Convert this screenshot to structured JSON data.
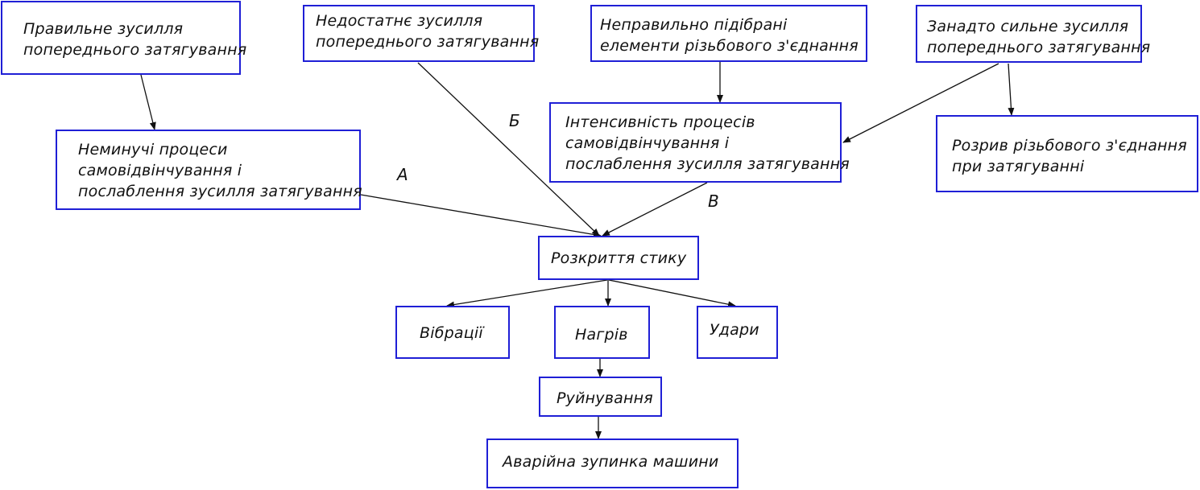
{
  "nodes": {
    "correct_tightening": "Правильне зусилля\nпопереднього затягування",
    "insufficient_tightening": "Недостатнє зусилля\nпопереднього затягування",
    "wrong_elements": "Неправильно підібрані\nелементи різьбового з'єднання",
    "too_strong_tightening": "Занадто сильне зусилля\nпопереднього затягування",
    "inevitable_processes": "Неминучі процеси\nсамовідвінчування і\nпослаблення зусилля затягування",
    "intensity_processes": "Інтенсивність процесів\nсамовідвінчування і\nпослаблення зусилля затягування",
    "thread_rupture": "Розрив різьбового з'єднання\nпри затягуванні",
    "joint_opening": "Розкриття стику",
    "vibrations": "Вібрації",
    "heating": "Нагрів",
    "impacts": "Удари",
    "destruction": "Руйнування",
    "emergency_stop": "Аварійна зупинка машини"
  },
  "edge_labels": {
    "a": "А",
    "b": "Б",
    "v": "В"
  },
  "colors": {
    "box_border": "#1f1fd6",
    "line": "#111111"
  }
}
